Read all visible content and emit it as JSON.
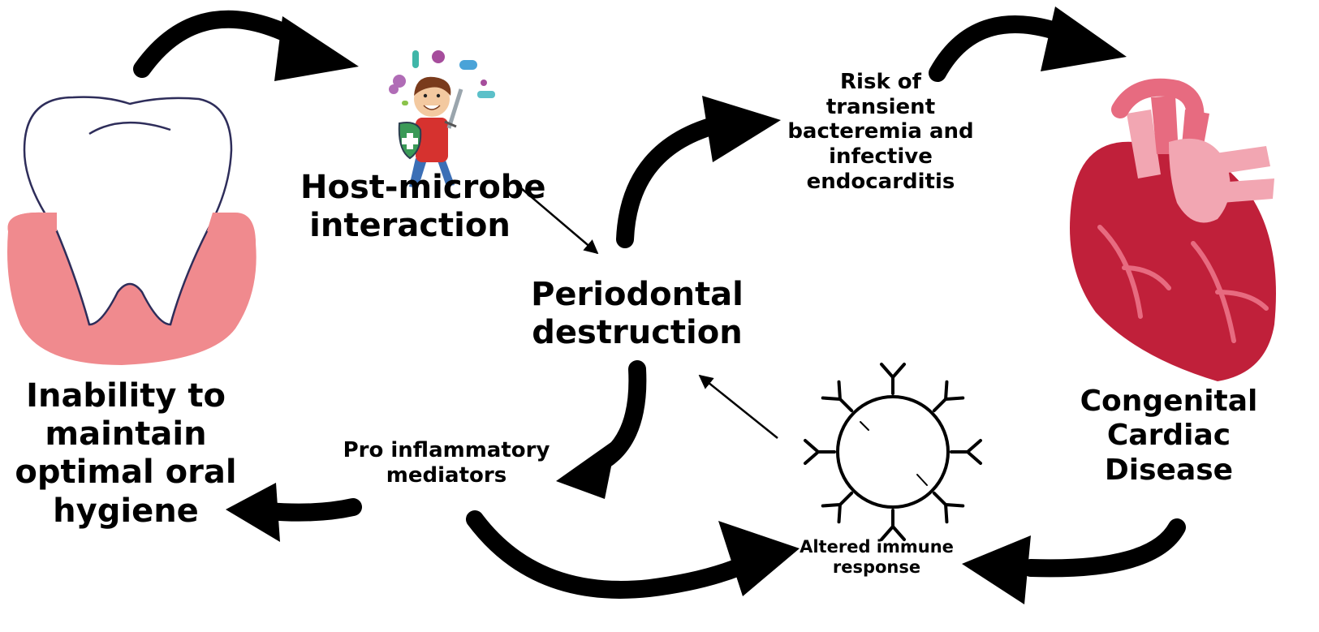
{
  "labels": {
    "oral_hygiene": [
      "Inability to",
      "maintain",
      "optimal oral",
      "hygiene"
    ],
    "host_microbe": [
      "Host-microbe",
      "interaction"
    ],
    "periodontal": [
      "Periodontal",
      "destruction"
    ],
    "bacteremia": [
      "Risk of",
      "transient",
      "bacteremia and",
      "infective",
      "endocarditis"
    ],
    "congenital": [
      "Congenital",
      "Cardiac",
      "Disease"
    ],
    "pro_inflammatory": [
      "Pro inflammatory",
      "mediators"
    ],
    "altered_immune": [
      "Altered immune",
      "response"
    ]
  },
  "colors": {
    "gum": "#f08a8e",
    "tooth_outline": "#2e2d5a",
    "heart_main": "#c0203a",
    "heart_light": "#f2a6b2",
    "arrow": "#000000"
  },
  "icons": [
    "tooth-gum-icon",
    "boy-fighting-microbes-icon",
    "heart-icon",
    "antibody-ring-icon"
  ]
}
